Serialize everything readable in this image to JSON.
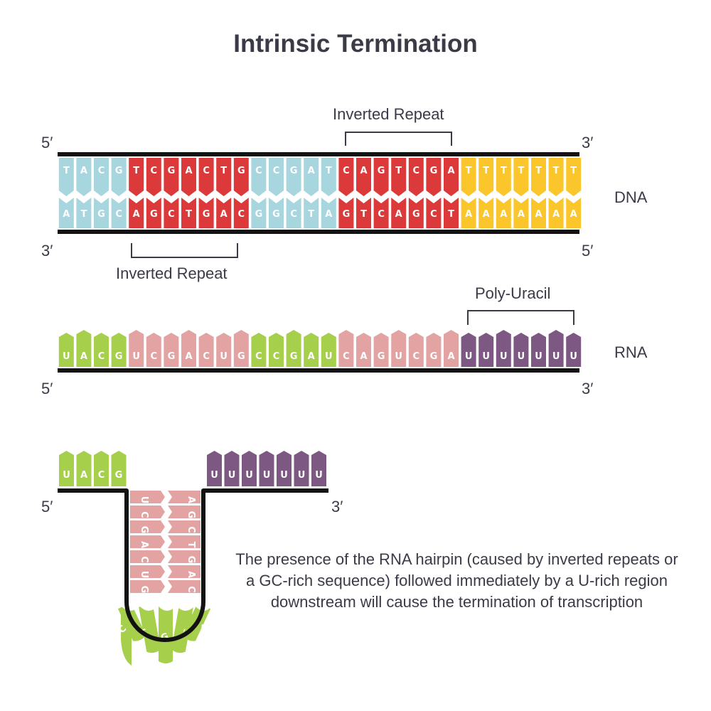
{
  "title": "Intrinsic Termination",
  "dna": {
    "label": "DNA",
    "top_strand": [
      "T",
      "A",
      "C",
      "G",
      "T",
      "C",
      "G",
      "A",
      "C",
      "T",
      "G",
      "C",
      "C",
      "G",
      "A",
      "T",
      "C",
      "A",
      "G",
      "T",
      "C",
      "G",
      "A",
      "T",
      "T",
      "T",
      "T",
      "T",
      "T",
      "T"
    ],
    "bottom_strand": [
      "A",
      "T",
      "G",
      "C",
      "A",
      "G",
      "C",
      "T",
      "G",
      "A",
      "C",
      "G",
      "G",
      "C",
      "T",
      "A",
      "G",
      "T",
      "C",
      "A",
      "G",
      "C",
      "T",
      "A",
      "A",
      "A",
      "A",
      "A",
      "A",
      "A"
    ],
    "segments": [
      "blue",
      "blue",
      "blue",
      "blue",
      "red",
      "red",
      "red",
      "red",
      "red",
      "red",
      "red",
      "blue",
      "blue",
      "blue",
      "blue",
      "blue",
      "red",
      "red",
      "red",
      "red",
      "red",
      "red",
      "red",
      "yellow",
      "yellow",
      "yellow",
      "yellow",
      "yellow",
      "yellow",
      "yellow"
    ],
    "top_left_end": "5′",
    "top_right_end": "3′",
    "bottom_left_end": "3′",
    "bottom_right_end": "5′",
    "inverted_repeat_top_label": "Inverted Repeat",
    "inverted_repeat_bottom_label": "Inverted Repeat"
  },
  "rna": {
    "label": "RNA",
    "bases": [
      "U",
      "A",
      "C",
      "G",
      "U",
      "C",
      "G",
      "A",
      "C",
      "U",
      "G",
      "C",
      "C",
      "G",
      "A",
      "U",
      "C",
      "A",
      "G",
      "U",
      "C",
      "G",
      "A",
      "U",
      "U",
      "U",
      "U",
      "U",
      "U",
      "U"
    ],
    "segments": [
      "green",
      "green",
      "green",
      "green",
      "pink",
      "pink",
      "pink",
      "pink",
      "pink",
      "pink",
      "pink",
      "green",
      "green",
      "green",
      "green",
      "green",
      "pink",
      "pink",
      "pink",
      "pink",
      "pink",
      "pink",
      "pink",
      "purple",
      "purple",
      "purple",
      "purple",
      "purple",
      "purple",
      "purple"
    ],
    "left_end": "5′",
    "right_end": "3′",
    "poly_uracil_label": "Poly-Uracil"
  },
  "hairpin": {
    "left_bases": [
      "U",
      "A",
      "C",
      "G"
    ],
    "right_bases": [
      "U",
      "U",
      "U",
      "U",
      "U",
      "U",
      "U"
    ],
    "stem_left": [
      "U",
      "C",
      "G",
      "A",
      "C",
      "U",
      "G"
    ],
    "stem_right": [
      "A",
      "G",
      "C",
      "T",
      "G",
      "A",
      "C"
    ],
    "loop_bases": [
      "C",
      "C",
      "G",
      "A",
      "U"
    ],
    "left_end": "5′",
    "right_end": "3′"
  },
  "caption": "The presence of the RNA hairpin (caused by inverted repeats or a GC-rich sequence) followed immediately by a U-rich region downstream will cause the termination of transcription",
  "colors": {
    "blue": "#a7d6df",
    "red": "#dc3a3a",
    "yellow": "#fbc62c",
    "green": "#a6cf4b",
    "pink": "#e3a3a3",
    "purple": "#7c5883",
    "strand": "#121212",
    "text": "#3b3b48"
  }
}
